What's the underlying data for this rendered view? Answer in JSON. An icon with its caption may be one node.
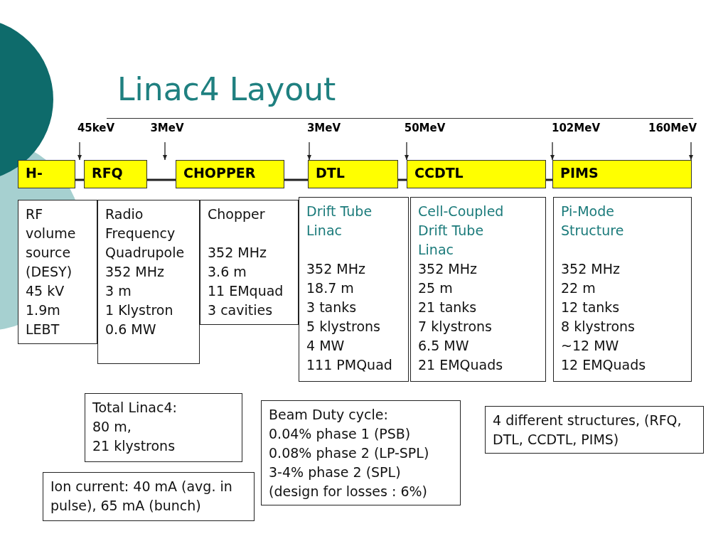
{
  "diagram": {
    "title": "Linac4 Layout",
    "nodes": [
      {
        "text": [
          "H-"
        ]
      },
      {
        "text": [
          "RFQ"
        ]
      },
      {
        "text": [
          "CHOPPER"
        ]
      },
      {
        "text": [
          "DTL"
        ]
      },
      {
        "text": [
          "CCDTL"
        ]
      },
      {
        "text": [
          "PIMS"
        ]
      },
      {
        "text": [
          "45keV"
        ]
      },
      {
        "text": [
          "3MeV"
        ]
      },
      {
        "text": [
          "3MeV"
        ]
      },
      {
        "text": [
          "50MeV"
        ]
      },
      {
        "text": [
          "102MeV"
        ]
      },
      {
        "text": [
          "160MeV"
        ]
      },
      {
        "text": [
          "RF volume source (DESY)",
          "45 kV",
          "1.9m",
          "LEBT"
        ]
      },
      {
        "text": [
          "Radio Frequency Quadrupole",
          "352 MHz",
          "3 m",
          "1 Klystron",
          "0.6 MW"
        ]
      },
      {
        "text": [
          "Chopper",
          "352 MHz",
          "3.6 m",
          "11 EMquad",
          "3 cavities"
        ]
      },
      {
        "text": [
          "Drift Tube Linac",
          "352 MHz",
          "18.7 m",
          "3 tanks",
          "5 klystrons",
          "4 MW",
          "111 PMQuad"
        ]
      },
      {
        "text": [
          "Cell-Coupled Drift Tube Linac",
          "352 MHz",
          "25 m",
          "21 tanks",
          "7 klystrons",
          "6.5 MW",
          "21 EMQuads"
        ]
      },
      {
        "text": [
          "Pi-Mode Structure",
          "352 MHz",
          "22 m",
          "12 tanks",
          "8 klystrons",
          "~12 MW",
          "12 EMQuads"
        ]
      },
      {
        "text": [
          "Total Linac4:",
          "80 m,",
          "21 klystrons"
        ]
      },
      {
        "text": [
          "Ion current: 40 mA (avg. in pulse), 65 mA (bunch)"
        ]
      },
      {
        "text": [
          "Beam Duty cycle:",
          "0.04% phase 1 (PSB)",
          "0.08% phase 2 (LP-SPL)",
          "3-4% phase 2 (SPL)",
          "(design for losses : 6%)"
        ]
      },
      {
        "text": [
          "4 different structures, (RFQ, DTL, CCDTL, PIMS)"
        ]
      }
    ],
    "edges": [
      {
        "from": 0,
        "to": 1,
        "arrow": "none",
        "style": "thick"
      },
      {
        "from": 1,
        "to": 2,
        "arrow": "none",
        "style": "thick"
      },
      {
        "from": 2,
        "to": 3,
        "arrow": "none",
        "style": "thick"
      },
      {
        "from": 3,
        "to": 4,
        "arrow": "none",
        "style": "thick"
      },
      {
        "from": 4,
        "to": 5,
        "arrow": "none",
        "style": "thick"
      },
      {
        "from": 6,
        "to": 0,
        "arrow": "to"
      },
      {
        "from": 7,
        "to": 2,
        "arrow": "to"
      },
      {
        "from": 8,
        "to": 3,
        "arrow": "to"
      },
      {
        "from": 9,
        "to": 4,
        "arrow": "to"
      },
      {
        "from": 10,
        "to": 5,
        "arrow": "to"
      },
      {
        "from": 11,
        "to": 5,
        "arrow": "to"
      }
    ]
  }
}
